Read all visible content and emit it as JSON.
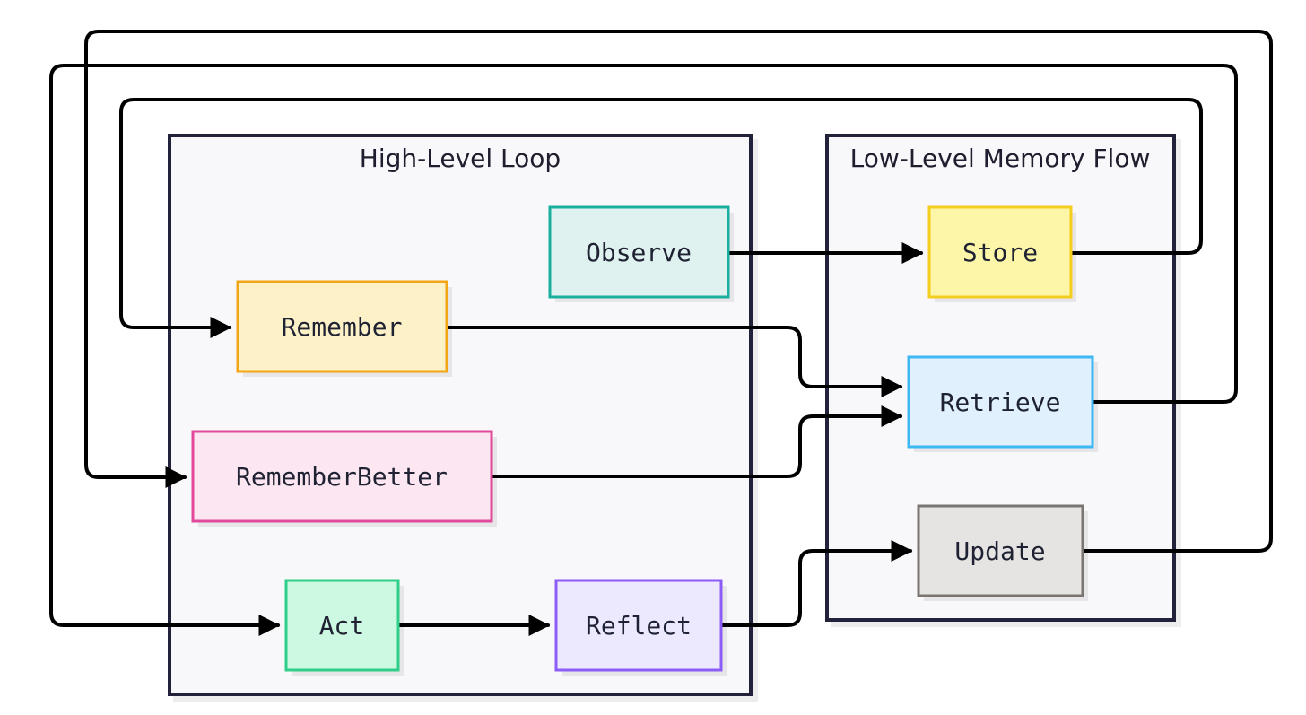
{
  "groups": {
    "high_level": {
      "title": "High-Level Loop"
    },
    "low_level": {
      "title": "Low-Level Memory Flow"
    }
  },
  "nodes": {
    "observe": {
      "label": "Observe",
      "fill": "#dff2ef",
      "stroke": "#1aae9f"
    },
    "remember": {
      "label": "Remember",
      "fill": "#fdf1c8",
      "stroke": "#f2a516"
    },
    "remember_better": {
      "label": "RememberBetter",
      "fill": "#fce6f2",
      "stroke": "#e2499a"
    },
    "act": {
      "label": "Act",
      "fill": "#cdf8e2",
      "stroke": "#2fcf8a"
    },
    "reflect": {
      "label": "Reflect",
      "fill": "#ece8fd",
      "stroke": "#8b5cf6"
    },
    "store": {
      "label": "Store",
      "fill": "#fdf6a8",
      "stroke": "#f5cd1f"
    },
    "retrieve": {
      "label": "Retrieve",
      "fill": "#e0f1fd",
      "stroke": "#3eb8f2"
    },
    "update": {
      "label": "Update",
      "fill": "#e6e4e2",
      "stroke": "#7a7570"
    }
  },
  "edges": [
    {
      "from": "Observe",
      "to": "Store"
    },
    {
      "from": "Store",
      "to": "Remember"
    },
    {
      "from": "Remember",
      "to": "Retrieve"
    },
    {
      "from": "Retrieve",
      "to": "Act"
    },
    {
      "from": "RememberBetter",
      "to": "Retrieve"
    },
    {
      "from": "Act",
      "to": "Reflect"
    },
    {
      "from": "Reflect",
      "to": "Update"
    },
    {
      "from": "Update",
      "to": "RememberBetter"
    }
  ]
}
